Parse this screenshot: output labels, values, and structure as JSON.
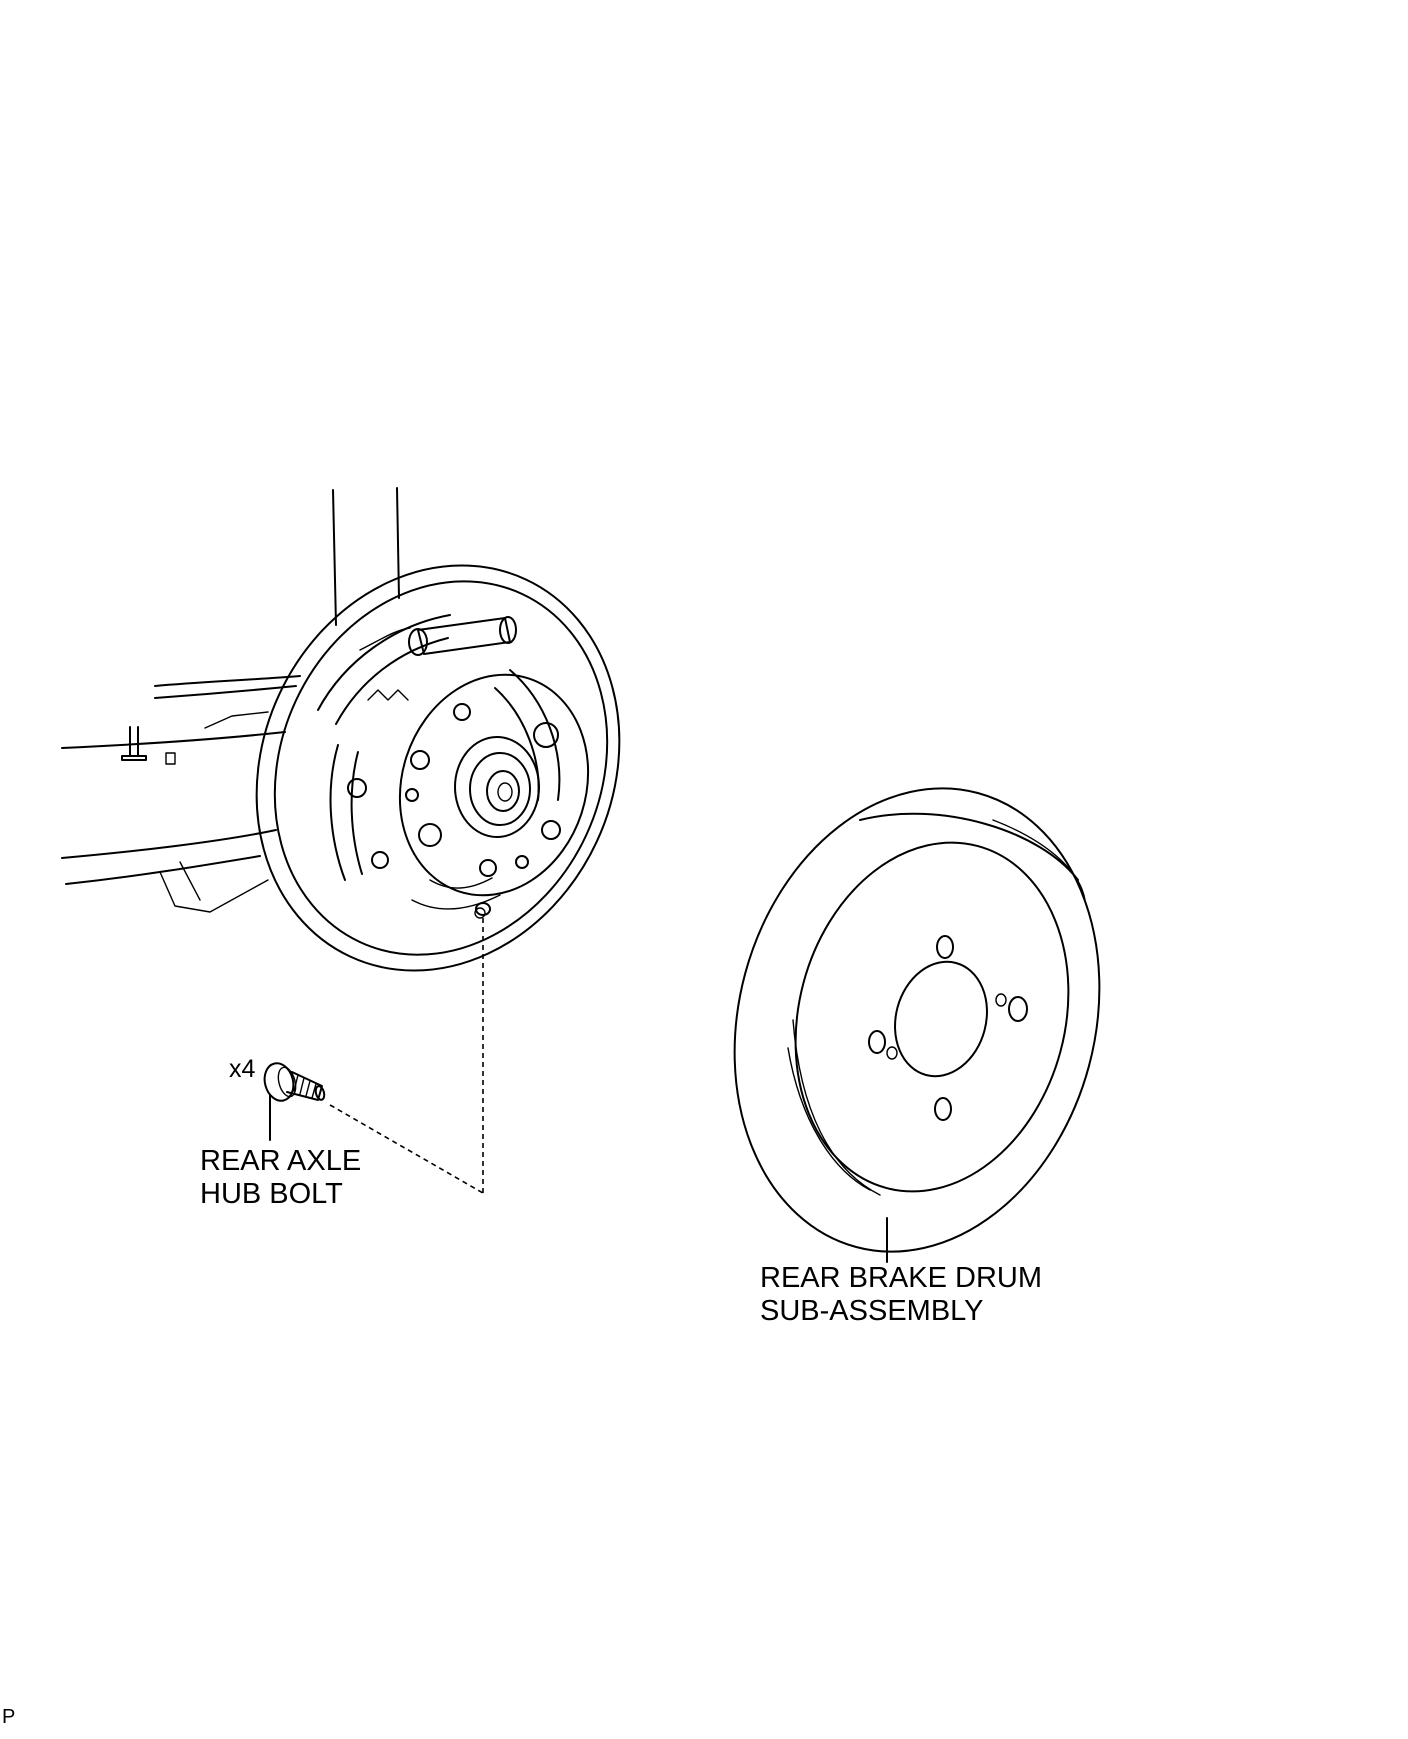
{
  "parts": {
    "hub_bolt": {
      "quantity": "x4",
      "label_line1": "REAR AXLE",
      "label_line2": "HUB BOLT"
    },
    "brake_drum": {
      "label_line1": "REAR BRAKE DRUM",
      "label_line2": "SUB-ASSEMBLY"
    }
  },
  "corner_mark": "P"
}
